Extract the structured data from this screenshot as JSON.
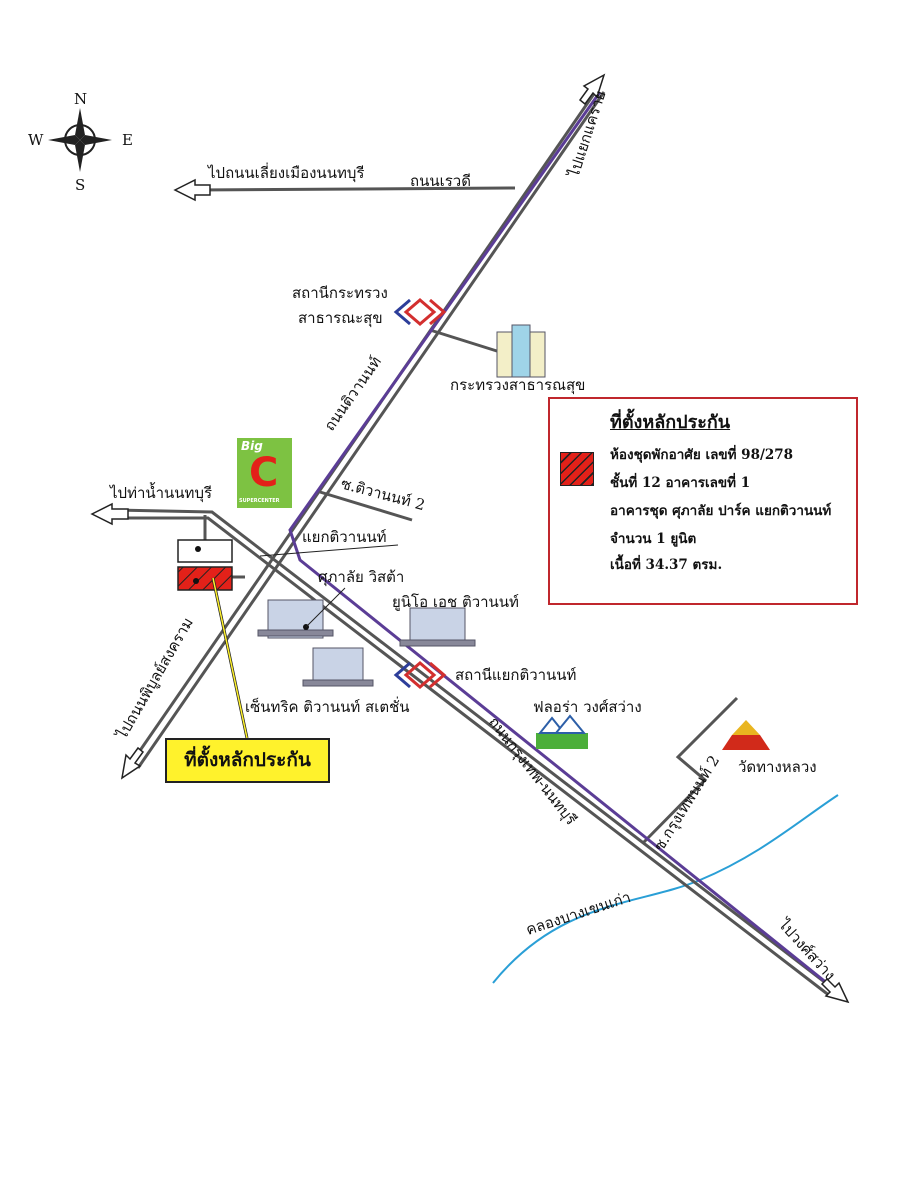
{
  "compass": {
    "n": "N",
    "s": "S",
    "e": "E",
    "w": "W"
  },
  "roads": {
    "to_nonthaburi_ring": "ไปถนนเลี่ยงเมืองนนทบุรี",
    "rewadi": "ถนนเรวดี",
    "to_khae_rai": "ไปแยกแคราย",
    "tiwanon": "ถนนติวานนท์",
    "soi_tiwanon_2": "ซ.ติวานนท์ 2",
    "to_nonthaburi_pier": "ไปท่าน้ำนนทบุรี",
    "tiwanon_junction": "แยกติวานนท์",
    "to_phibun": "ไปถนนพิบูลย์สงคราม",
    "krungthep_nonthaburi": "ถนนกรุงเทพ-นนทบุรี",
    "soi_krungthep_nonthaburi_2": "ซ.กรุงเทพนนท์ 2",
    "canal": "คลองบางเขนเก่า",
    "to_wong_sawang": "ไปวงศ์สว่าง"
  },
  "places": {
    "station_ministry_l1": "สถานีกระทรวง",
    "station_ministry_l2": "สาธารณะสุข",
    "ministry": "กระทรวงสาธารณสุข",
    "supalai_vista": "ศุภาลัย วิสต้า",
    "unio": "ยูนิโอ เอช ติวานนท์",
    "centric": "เซ็นทริค ติวานนท์ สเตชั่น",
    "station_tiwanon": "สถานีแยกติวานนท์",
    "flora": "ฟลอร่า วงศ์สว่าง",
    "wat": "วัดทางหลวง",
    "bigc_brand": "Big",
    "bigc_letter": "C",
    "bigc_sub": "SUPERCENTER"
  },
  "collateral_label": "ที่ตั้งหลักประกัน",
  "info": {
    "title": "ที่ตั้งหลักประกัน",
    "lines": [
      "ห้องชุดพักอาศัย เลขที่ 98/278",
      "ชั้นที่ 12   อาคารเลขที่ 1",
      "อาคารชุด ศุภาลัย ปาร์ค แยกติวานนท์",
      "จำนวน 1 ยูนิต",
      "เนื้อที่ 34.37 ตรม."
    ]
  },
  "colors": {
    "road": "#555555",
    "rail": "#5b3d96",
    "canal": "#2a9fd6",
    "border": "#c0272d",
    "highlight": "#fff22c",
    "property": "#e32119"
  }
}
